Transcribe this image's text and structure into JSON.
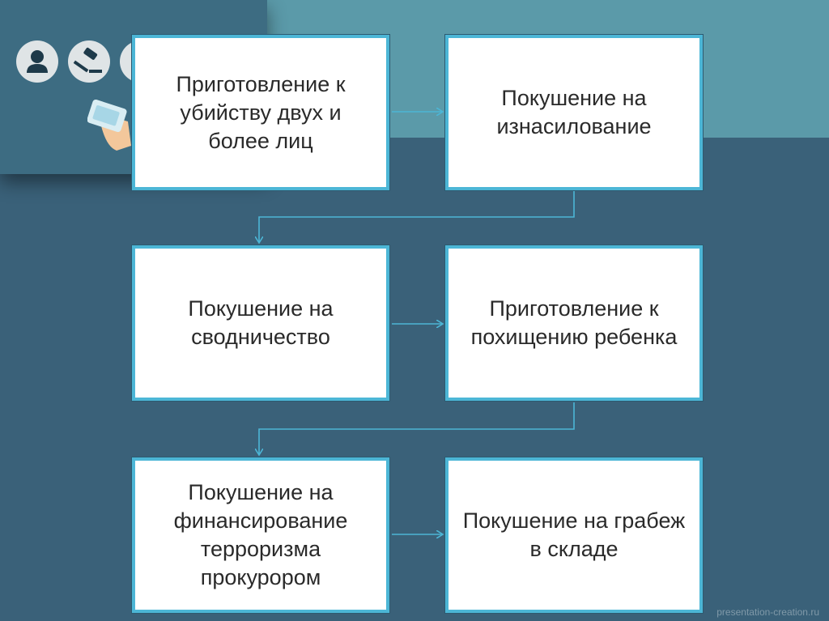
{
  "boxes": [
    {
      "text": "Приготовление к убийству двух и более лиц"
    },
    {
      "text": "Покушение на изнасилование"
    },
    {
      "text": "Покушение на сводничество"
    },
    {
      "text": "Приготовление к похищению ребенка"
    },
    {
      "text": "Покушение на финансирование терроризма прокурором"
    },
    {
      "text": "Покушение на грабеж в складе"
    }
  ],
  "icons": [
    "person-icon",
    "gavel-icon",
    "balance-icon",
    "phone-hand-icon"
  ],
  "watermark": "presentation-creation.ru",
  "colors": {
    "background": "#3a6179",
    "teal_band": "#5b9aa9",
    "box_border": "#4cb6d6",
    "connector": "#4cb6d6"
  }
}
